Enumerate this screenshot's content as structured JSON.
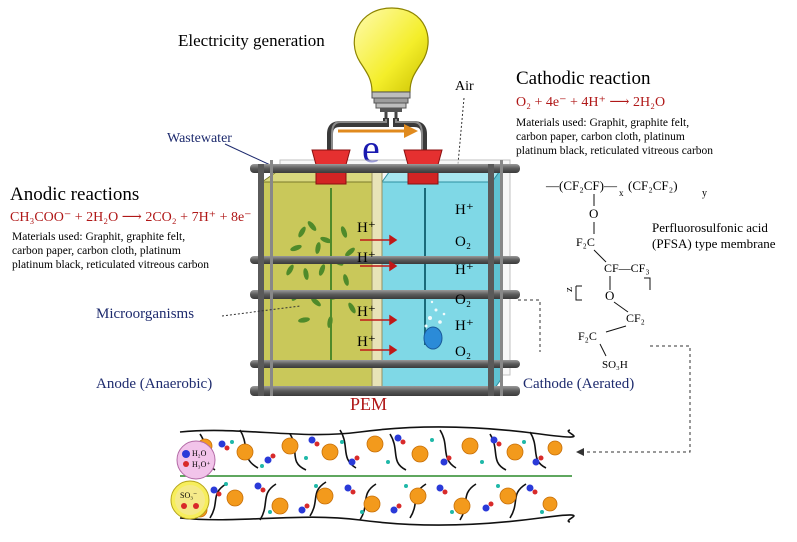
{
  "labels": {
    "electricity": "Electricity generation",
    "air": "Air",
    "wastewater": "Wastewater",
    "electron": "e",
    "microorganisms": "Microorganisms",
    "anode": "Anode (Anaerobic)",
    "cathode": "Cathode (Aerated)",
    "pem": "PEM",
    "pfsa_1": "Perfluorosulfonic acid",
    "pfsa_2": "(PFSA) type membrane"
  },
  "anodic": {
    "title": "Anodic reactions",
    "equation": "CH₃COO⁻ + 2H₂O ⟶ 2CO₂ + 7H⁺ + 8e⁻",
    "materials_1": "Materials used: Graphit, graphite felt,",
    "materials_2": "carbon paper, carbon cloth, platinum",
    "materials_3": "platinum black, reticulated vitreous carbon"
  },
  "cathodic": {
    "title": "Cathodic reaction",
    "equation": "O₂ + 4e⁻ + 4H⁺ ⟶ 2H₂O",
    "materials_1": "Materials used: Graphit, graphite felt,",
    "materials_2": "carbon paper, carbon cloth, platinum",
    "materials_3": "platinum black, reticulated vitreous carbon"
  },
  "species": {
    "h_plus": "H⁺",
    "o2": "O₂",
    "h2o": "H₂O",
    "h3o": "H₃O⁺",
    "so3": "SO₃⁻"
  },
  "chem": {
    "backbone_a": "—(CF₂CF)—",
    "backbone_b": "(CF₂CF₂)",
    "sub_x": "x",
    "sub_y": "y",
    "o1": "O",
    "f2c_1": "F₂C",
    "cf_cf3": "CF—CF₃",
    "z": "z",
    "o2": "O",
    "cf2": "CF₂",
    "f2c_2": "F₂C",
    "so3h": "SO₃H"
  },
  "colors": {
    "anode_chamber": "#c9c85a",
    "cathode_chamber": "#7fd8e6",
    "electrode": "#e53030",
    "red_text": "#b01818",
    "navy_text": "#1e2b6e",
    "bulb": "#f4ee2a",
    "arrow": "#e08a1e",
    "orange_particle": "#f39a1c"
  }
}
